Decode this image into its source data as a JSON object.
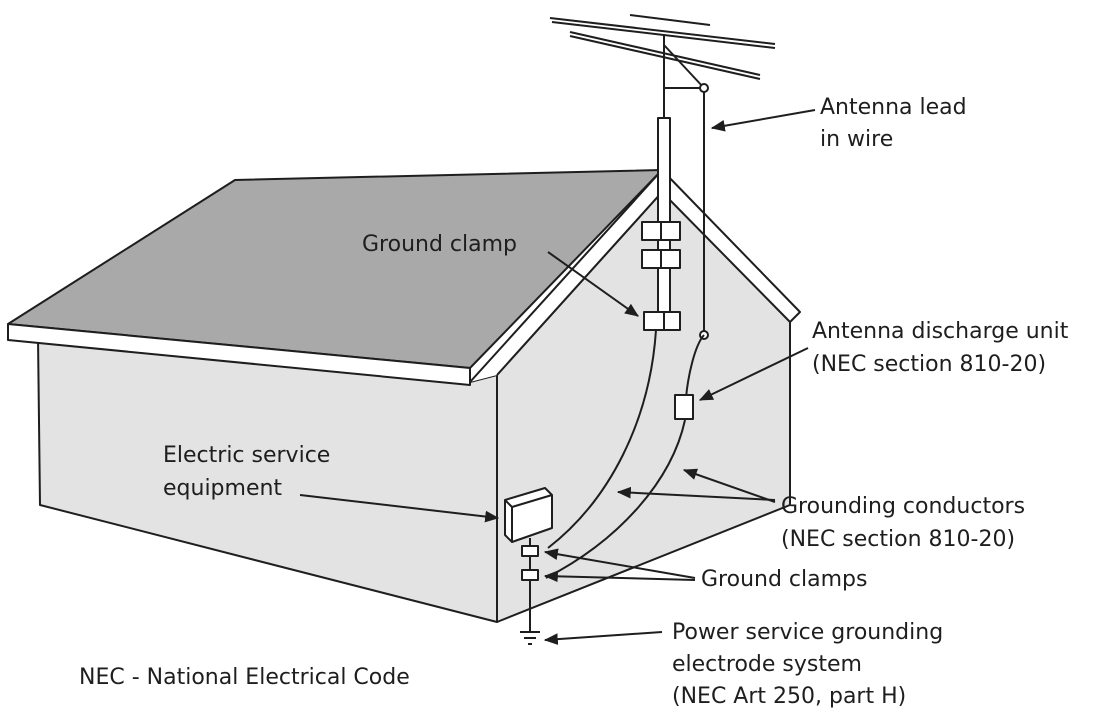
{
  "labels": {
    "antenna_lead_line1": "Antenna lead",
    "antenna_lead_line2": "in wire",
    "ground_clamp": "Ground clamp",
    "discharge_unit_line1": "Antenna discharge unit",
    "discharge_unit_line2": "(NEC section 810-20)",
    "electric_service_line1": "Electric service",
    "electric_service_line2": "equipment",
    "grounding_conductors_line1": "Grounding conductors",
    "grounding_conductors_line2": "(NEC section 810-20)",
    "ground_clamps": "Ground clamps",
    "power_grounding_line1": "Power service grounding",
    "power_grounding_line2": "electrode system",
    "power_grounding_line3": "(NEC Art 250, part H)",
    "nec_legend": "NEC - National Electrical Code"
  },
  "colors": {
    "line": "#1e1e1e",
    "roof_fill": "#a9a9a9",
    "wall_fill": "#e3e3e3",
    "background": "#ffffff"
  }
}
